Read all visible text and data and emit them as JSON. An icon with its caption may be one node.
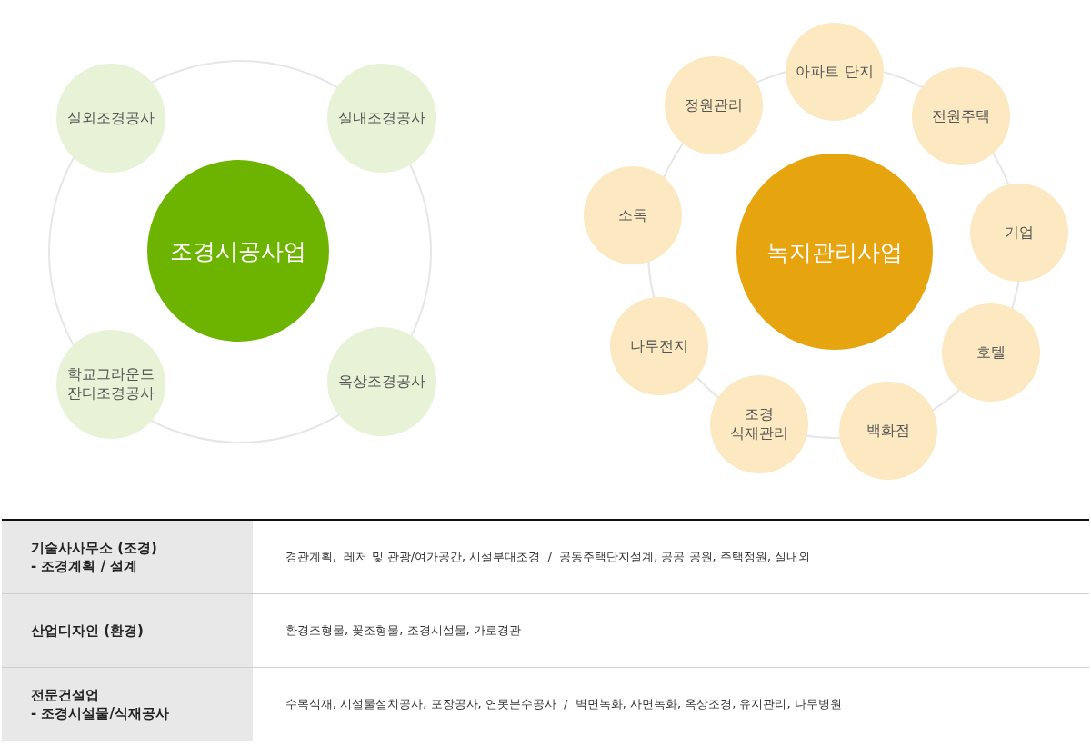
{
  "diagram": {
    "nodes": [
      {
        "text": [
          "실외조경공사"
        ]
      },
      {
        "text": [
          "실내조경공사"
        ]
      },
      {
        "text": [
          "조경시공사업"
        ]
      },
      {
        "text": [
          "학교그라운드 잔디조경공사"
        ]
      },
      {
        "text": [
          "옥상조경공사"
        ]
      },
      {
        "text": [
          "아파트 단지"
        ]
      },
      {
        "text": [
          "정원관리"
        ]
      },
      {
        "text": [
          "전원주택"
        ]
      },
      {
        "text": [
          "소독"
        ]
      },
      {
        "text": [
          "녹지관리사업"
        ]
      },
      {
        "text": [
          "기업"
        ]
      },
      {
        "text": [
          "나무전지"
        ]
      },
      {
        "text": [
          "호텔"
        ]
      },
      {
        "text": [
          "조경 식재관리"
        ]
      },
      {
        "text": [
          "백화점"
        ]
      }
    ],
    "labels": [
      "기술사사무소 (조경) - 조경계획 / 설계",
      "경관계획,  레저 및 관광/여가공간, 시설부대조경  /  공동주택단지설계, 공공 공원, 주택정원, 실내외",
      "산업디자인 (환경)",
      "환경조형물, 꽃조형물, 조경시설물, 가로경관",
      "전문건설업 - 조경시설물/식재공사",
      "수목식재, 시설물설치공사, 포장공사, 연못분수공사  /  벽면녹화, 사면녹화, 옥상조경, 유지관리, 나무병원"
    ]
  }
}
